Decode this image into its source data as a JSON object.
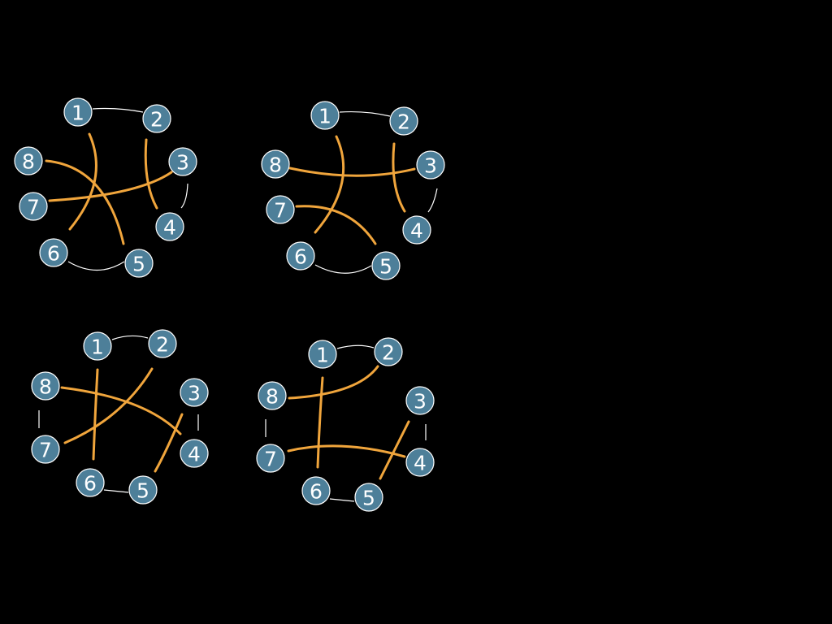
{
  "colors": {
    "background": "#000000",
    "node_fill": "#4d7f99",
    "node_stroke": "#ffffff",
    "node_text": "#ffffff",
    "white_link": "#ffffff",
    "orange_link": "#f0a53c"
  },
  "diagrams": [
    {
      "labels": [
        "1",
        "2",
        "3",
        "4",
        "5",
        "6",
        "7",
        "8"
      ],
      "white_pairs": [
        [
          "1",
          "2"
        ],
        [
          "3",
          "4"
        ],
        [
          "5",
          "6"
        ]
      ],
      "orange_pairs": [
        [
          "1",
          "6"
        ],
        [
          "2",
          "4"
        ],
        [
          "3",
          "7"
        ],
        [
          "8",
          "5"
        ]
      ]
    },
    {
      "labels": [
        "1",
        "2",
        "3",
        "4",
        "5",
        "6",
        "7",
        "8"
      ],
      "white_pairs": [
        [
          "1",
          "2"
        ],
        [
          "3",
          "4"
        ],
        [
          "5",
          "6"
        ]
      ],
      "orange_pairs": [
        [
          "1",
          "6"
        ],
        [
          "2",
          "4"
        ],
        [
          "8",
          "3"
        ],
        [
          "7",
          "5"
        ]
      ]
    },
    {
      "labels": [
        "1",
        "2",
        "3",
        "4",
        "5",
        "6",
        "7",
        "8"
      ],
      "white_pairs": [
        [
          "1",
          "2"
        ],
        [
          "3",
          "4"
        ],
        [
          "5",
          "6"
        ],
        [
          "7",
          "8"
        ]
      ],
      "orange_pairs": [
        [
          "1",
          "6"
        ],
        [
          "2",
          "7"
        ],
        [
          "8",
          "4"
        ],
        [
          "3",
          "5"
        ]
      ]
    },
    {
      "labels": [
        "1",
        "2",
        "3",
        "4",
        "5",
        "6",
        "7",
        "8"
      ],
      "white_pairs": [
        [
          "1",
          "2"
        ],
        [
          "3",
          "4"
        ],
        [
          "5",
          "6"
        ],
        [
          "7",
          "8"
        ]
      ],
      "orange_pairs": [
        [
          "1",
          "6"
        ],
        [
          "8",
          "2"
        ],
        [
          "7",
          "4"
        ],
        [
          "3",
          "5"
        ]
      ]
    }
  ]
}
